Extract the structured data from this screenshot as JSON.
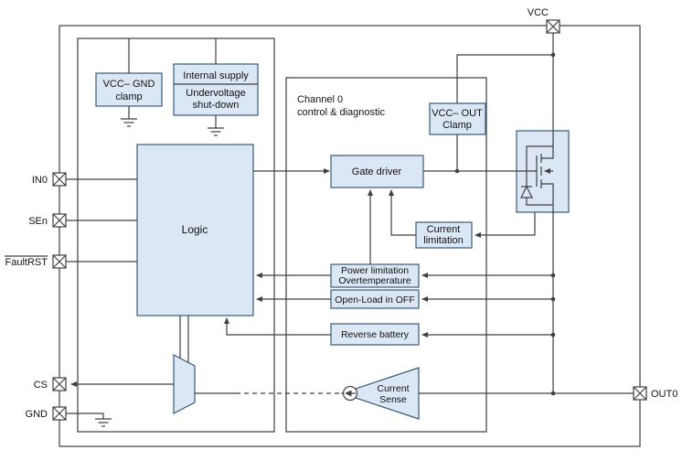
{
  "pins": {
    "vcc": "VCC",
    "in0": "IN0",
    "sen": "SEn",
    "faultrst": "FaultRST",
    "cs": "CS",
    "gnd": "GND",
    "out0": "OUT0"
  },
  "blocks": {
    "vcc_gnd_clamp_line1": "VCC– GND",
    "vcc_gnd_clamp_line2": "clamp",
    "internal_supply": "Internal supply",
    "undervoltage_line1": "Undervoltage",
    "undervoltage_line2": "shut-down",
    "channel_line1": "Channel 0",
    "channel_line2": "control & diagnostic",
    "vcc_out_clamp_line1": "VCC– OUT",
    "vcc_out_clamp_line2": "Clamp",
    "logic": "Logic",
    "gate_driver": "Gate driver",
    "current_limitation_line1": "Current",
    "current_limitation_line2": "limitation",
    "power_limitation_line1": "Power limitation",
    "power_limitation_line2": "Overtemperature",
    "open_load": "Open-Load in OFF",
    "reverse_battery": "Reverse battery",
    "current_sense_line1": "Current",
    "current_sense_line2": "Sense"
  },
  "colors": {
    "block_fill": "#dbe7f4",
    "block_stroke": "#3b5a7a",
    "wire": "#404040",
    "background": "#ffffff"
  }
}
